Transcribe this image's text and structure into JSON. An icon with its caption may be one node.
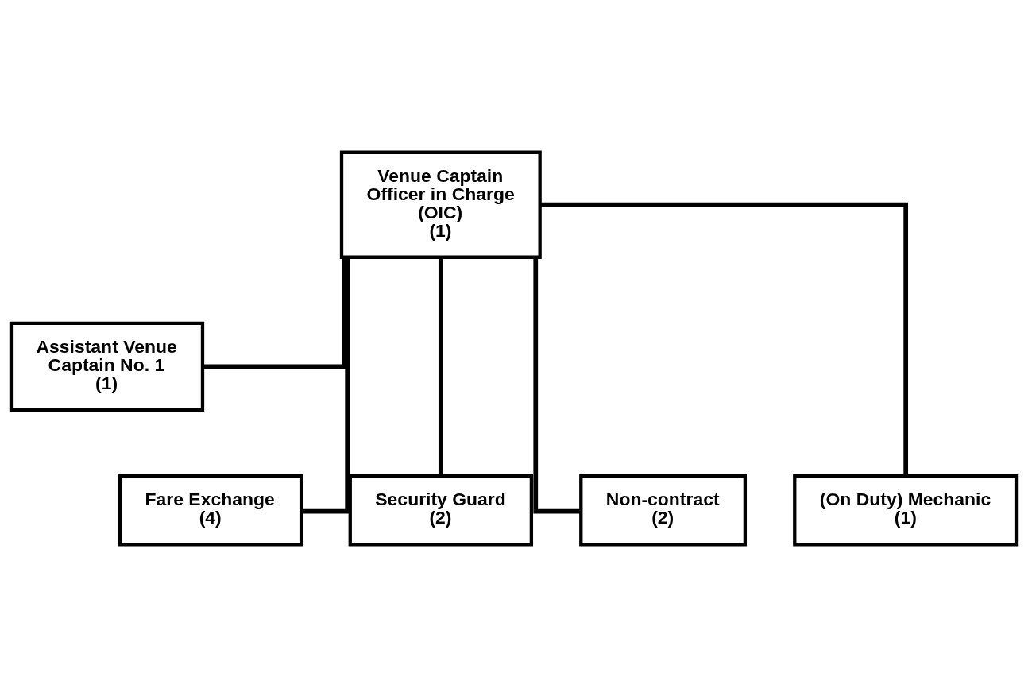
{
  "diagram": {
    "nodes": [
      {
        "text": [
          "Venue Captain Officer in Charge (OIC)",
          "(1)"
        ]
      },
      {
        "text": [
          "Assistant Venue Captain No. 1",
          "(1)"
        ]
      },
      {
        "text": [
          "Fare Exchange",
          "(4)"
        ]
      },
      {
        "text": [
          "Security Guard",
          "(2)"
        ]
      },
      {
        "text": [
          "Non-contract",
          "(2)"
        ]
      },
      {
        "text": [
          "(On Duty) Mechanic",
          "(1)"
        ]
      }
    ],
    "edges": [
      {
        "from": 0,
        "to": 1,
        "arrow": "none"
      },
      {
        "from": 0,
        "to": 2,
        "arrow": "none"
      },
      {
        "from": 0,
        "to": 3,
        "arrow": "none"
      },
      {
        "from": 0,
        "to": 4,
        "arrow": "none"
      },
      {
        "from": 0,
        "to": 5,
        "arrow": "none"
      }
    ]
  }
}
